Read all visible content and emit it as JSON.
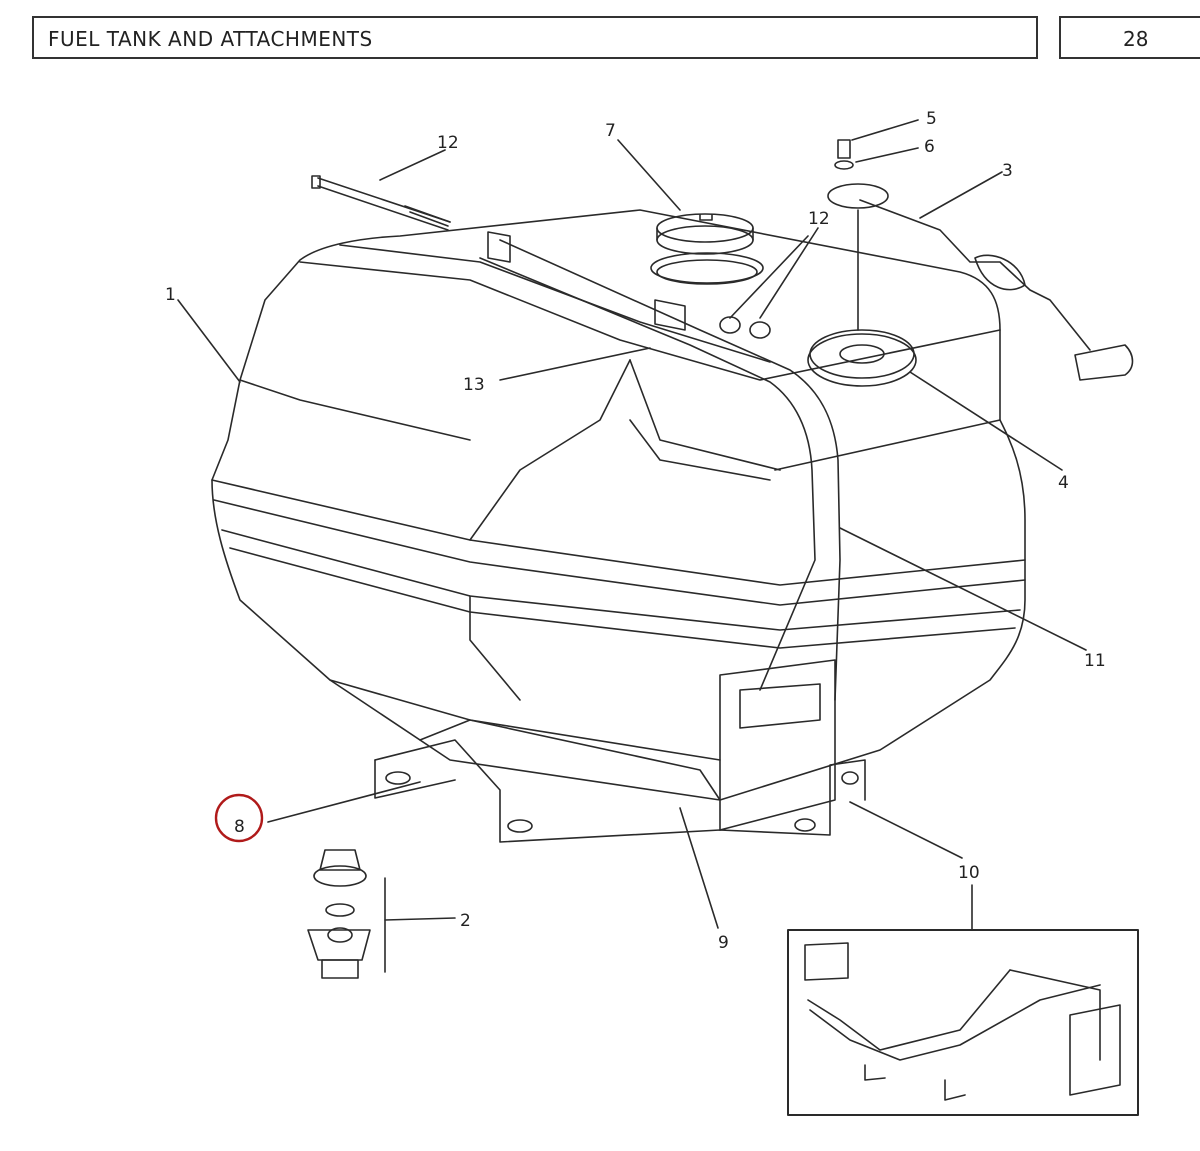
{
  "header": {
    "title": "FUEL TANK AND ATTACHMENTS",
    "page_number": "28"
  },
  "callouts": [
    {
      "id": "1",
      "label": "1"
    },
    {
      "id": "2",
      "label": "2"
    },
    {
      "id": "3",
      "label": "3"
    },
    {
      "id": "4",
      "label": "4"
    },
    {
      "id": "5",
      "label": "5"
    },
    {
      "id": "6",
      "label": "6"
    },
    {
      "id": "7",
      "label": "7"
    },
    {
      "id": "8",
      "label": "8"
    },
    {
      "id": "9",
      "label": "9"
    },
    {
      "id": "10",
      "label": "10"
    },
    {
      "id": "11",
      "label": "11"
    },
    {
      "id": "12a",
      "label": "12"
    },
    {
      "id": "12b",
      "label": "12"
    },
    {
      "id": "13",
      "label": "13"
    }
  ],
  "highlight": {
    "callout": "8",
    "color": "#b01a1a"
  },
  "colors": {
    "line": "#2a2a2a",
    "background": "#ffffff"
  }
}
